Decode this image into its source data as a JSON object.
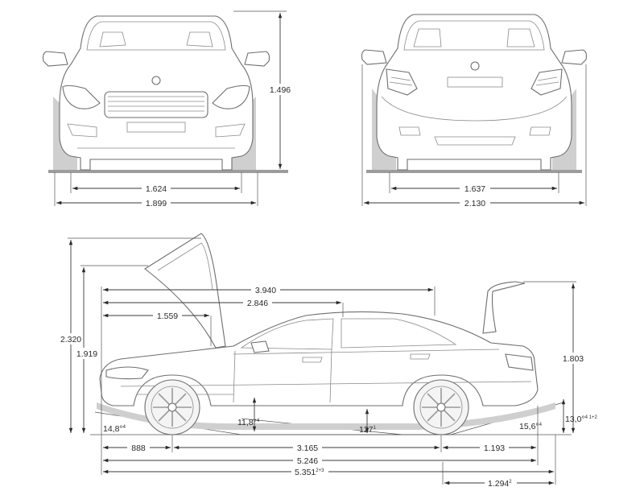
{
  "front_view": {
    "height": "1.496",
    "track": "1.624",
    "width": "1.899"
  },
  "rear_view": {
    "track": "1.637",
    "width_mirrors": "2.130"
  },
  "side_view": {
    "hood_open_height": "2.320",
    "height_1919": "1.919",
    "trunk_open_height": "1.803",
    "length_3940": "3.940",
    "length_2846": "2.846",
    "length_1559": "1.559",
    "front_overhang": "888",
    "wheelbase": "3.165",
    "rear_overhang": "1.193",
    "length_5246": "5.246",
    "length_5351": "5.351",
    "length_5351_sup": "2+3",
    "rear_1294": "1.294",
    "rear_1294_sup": "2",
    "approach_angle": "14,8°",
    "approach_angle_sup": "4",
    "ramp_angle": "11,8°",
    "ramp_angle_sup": "4",
    "ground_clearance": "127",
    "ground_clearance_sup": "1",
    "departure_angle": "15,6°",
    "departure_angle_sup": "4",
    "rear_height": "13,0°",
    "rear_height_sup": "4 1+2"
  }
}
